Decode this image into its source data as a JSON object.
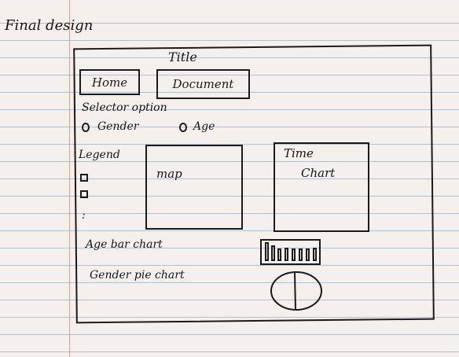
{
  "note": {
    "title": "Final design"
  },
  "header": {
    "title": "Title"
  },
  "nav": {
    "home": "Home",
    "document": "Document"
  },
  "selector": {
    "heading": "Selector option",
    "option_gender": "Gender",
    "option_age": "Age"
  },
  "legend": {
    "heading": "Legend",
    "ellipsis": ":"
  },
  "map": {
    "label": "map"
  },
  "time_chart": {
    "label_line1": "Time",
    "label_line2": "Chart"
  },
  "age_bar_chart": {
    "label": "Age bar chart"
  },
  "gender_pie_chart": {
    "label": "Gender pie chart"
  }
}
